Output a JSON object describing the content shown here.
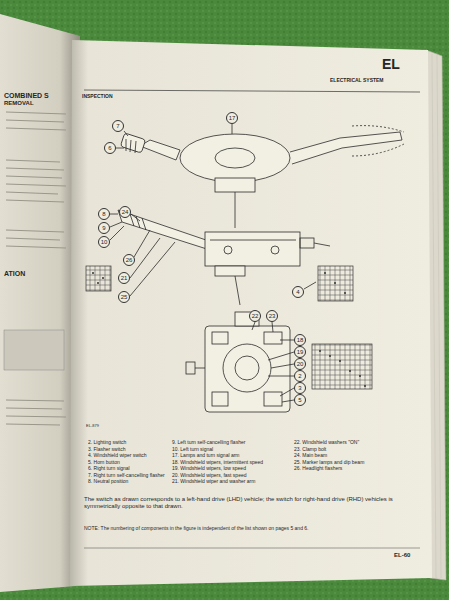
{
  "diagram": {
    "title": "ELECTRICAL SYSTEM",
    "caption": "The switch as drawn corresponds to a left-hand drive (LHD) vehicle; the switch for right-hand drive (RHD) vehicles is symmetrically opposite to that drawn.",
    "labels": [
      "EL",
      "INSPECTION",
      "17",
      "7",
      "6",
      "8",
      "24",
      "9",
      "10",
      "26",
      "21",
      "25",
      "4",
      "22",
      "23",
      "18",
      "19",
      "20",
      "2",
      "3",
      "5",
      "EL-879",
      "2. Lighting switch",
      "3. Flasher switch",
      "4. Windshield wiper switch",
      "5. Horn button",
      "6. Right turn signal",
      "7. Right turn self-cancelling flasher",
      "8. Neutral position",
      "9. Left turn self-cancelling flasher",
      "10. Left turn signal",
      "17. Lamps and turn signal arm",
      "18. Windshield wipers, intermittent speed",
      "19. Windshield wipers, low speed",
      "20. Windshield wipers, fast speed",
      "21. Windshield wiper and washer arm",
      "22. Windshield washers \"ON\"",
      "23. Clamp bolt",
      "24. Main beam",
      "25. Marker lamps and dip beam",
      "26. Headlight flashers",
      "NOTE: The numbering of components in the figure is independent of the list shown on pages 5 and 6.",
      "EL-60",
      "COMBINED S",
      "REMOVAL",
      "ATION"
    ]
  }
}
